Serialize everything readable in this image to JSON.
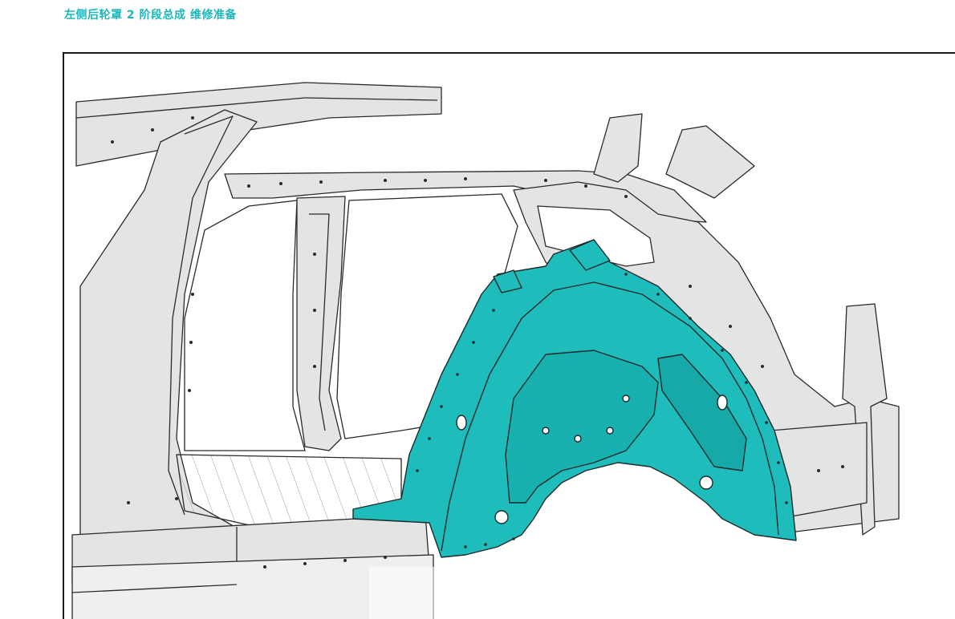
{
  "document": {
    "title": "左侧后轮罩 2 阶段总成 维修准备"
  },
  "colors": {
    "accent": "#19b7bc",
    "highlight_part": "#1fbcbc",
    "body_structure": "#e4e4e4",
    "line": "#2a2a2a"
  },
  "illustration": {
    "subject": "vehicle-body-side-structure",
    "highlighted_part": "left-rear-wheelhouse"
  }
}
